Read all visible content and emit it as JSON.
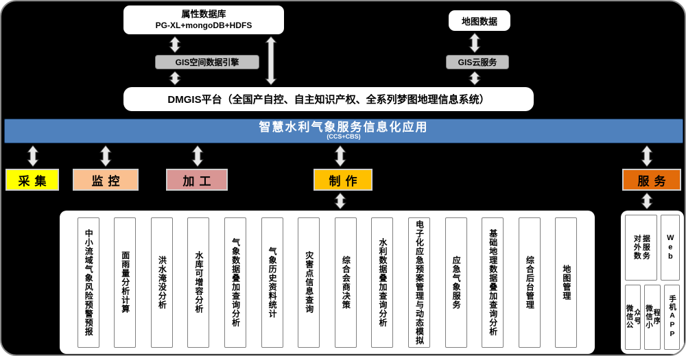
{
  "top": {
    "attr_db": {
      "title": "属性数据库",
      "subtitle": "PG-XL+mongoDB+HDFS"
    },
    "map_data": "地图数据",
    "gis_engine": "GIS空间数据引擎",
    "gis_cloud": "GIS云服务",
    "dmgis": "DMGIS平台（全国产自控、自主知识产权、全系列梦图地理信息系统）"
  },
  "banner": {
    "title": "智慧水利气象服务信息化应用",
    "subtitle": "(CCS+CBS)"
  },
  "stages": [
    {
      "label": "采集",
      "color": "#FFFF00"
    },
    {
      "label": "监控",
      "color": "#FAC090"
    },
    {
      "label": "加工",
      "color": "#D99694"
    },
    {
      "label": "制作",
      "color": "#FFC000"
    },
    {
      "label": "服务",
      "color": "#E26B0A"
    }
  ],
  "functions": [
    "中小流域气象风险预警预报",
    "面雨量分析计算",
    "洪水淹没分析",
    "水库可增容分析",
    "气象数据叠加查询分析",
    "气象历史资料统计",
    "灾害点信息查询",
    "综合会商决策",
    "水利数据叠加查询分析",
    "电子化应急预案管理与动态模拟",
    "应急气象服务",
    "基础地理数据叠加查询分析",
    "综合后台管理",
    "地图管理"
  ],
  "services": {
    "items_top": [
      "对外数据服务",
      "Web"
    ],
    "items_bottom": [
      "微信公众号",
      "微信小程序",
      "手机APP"
    ]
  },
  "colors": {
    "banner_blue": "#4F81BD",
    "background": "#000000"
  }
}
